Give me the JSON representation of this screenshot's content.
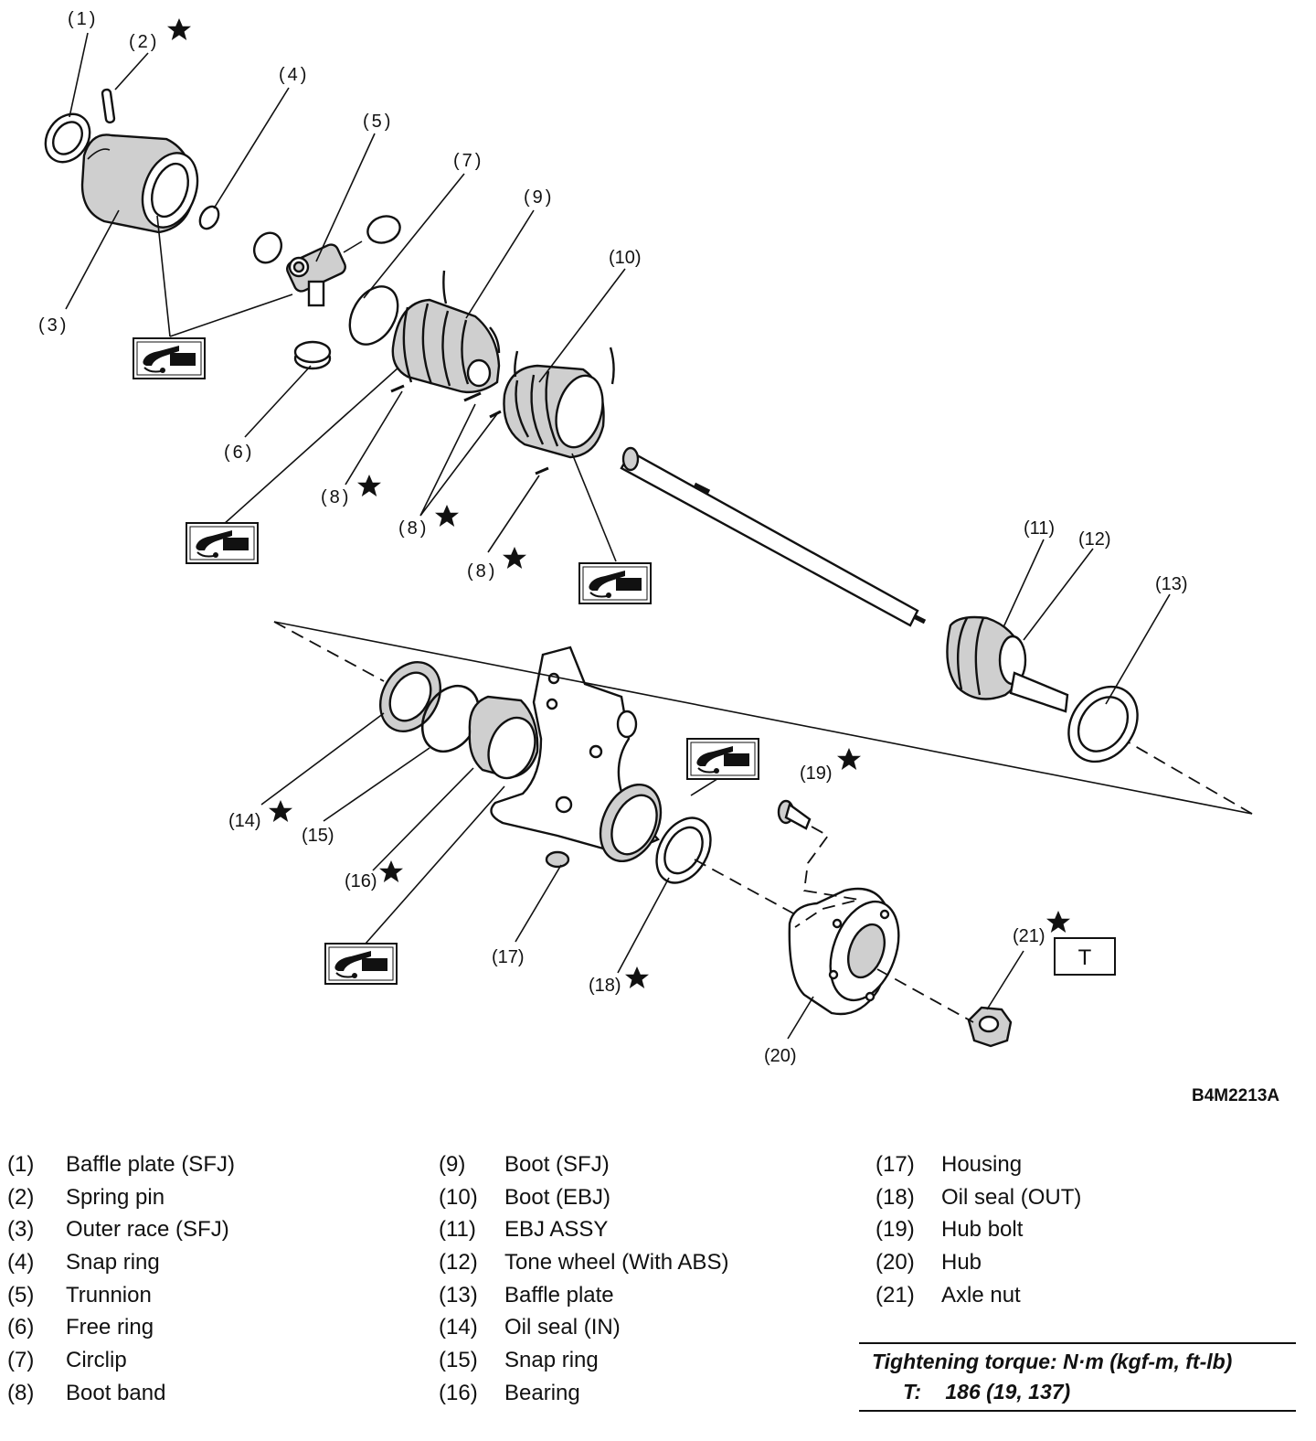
{
  "diagram": {
    "callouts": [
      "(1)",
      "(2)",
      "(3)",
      "(4)",
      "(5)",
      "(6)",
      "(7)",
      "(8)",
      "(9)",
      "(10)",
      "(11)",
      "(12)",
      "(13)",
      "(14)",
      "(15)",
      "(16)",
      "(17)",
      "(18)",
      "(19)",
      "(20)",
      "(21)"
    ],
    "star_symbol": "★",
    "torque_box_letter": "T",
    "grease_icon": "grease-application-icon",
    "figure_code": "B4M2213A"
  },
  "legend": {
    "col1": [
      {
        "num": "(1)",
        "name": "Baffle plate (SFJ)"
      },
      {
        "num": "(2)",
        "name": "Spring pin"
      },
      {
        "num": "(3)",
        "name": "Outer race (SFJ)"
      },
      {
        "num": "(4)",
        "name": "Snap ring"
      },
      {
        "num": "(5)",
        "name": "Trunnion"
      },
      {
        "num": "(6)",
        "name": "Free ring"
      },
      {
        "num": "(7)",
        "name": "Circlip"
      },
      {
        "num": "(8)",
        "name": "Boot band"
      }
    ],
    "col2": [
      {
        "num": "(9)",
        "name": "Boot (SFJ)"
      },
      {
        "num": "(10)",
        "name": "Boot (EBJ)"
      },
      {
        "num": "(11)",
        "name": "EBJ ASSY"
      },
      {
        "num": "(12)",
        "name": "Tone wheel (With ABS)"
      },
      {
        "num": "(13)",
        "name": "Baffle plate"
      },
      {
        "num": "(14)",
        "name": "Oil seal (IN)"
      },
      {
        "num": "(15)",
        "name": "Snap ring"
      },
      {
        "num": "(16)",
        "name": "Bearing"
      }
    ],
    "col3": [
      {
        "num": "(17)",
        "name": "Housing"
      },
      {
        "num": "(18)",
        "name": "Oil seal (OUT)"
      },
      {
        "num": "(19)",
        "name": "Hub bolt"
      },
      {
        "num": "(20)",
        "name": "Hub"
      },
      {
        "num": "(21)",
        "name": "Axle nut"
      }
    ]
  },
  "torque": {
    "heading": "Tightening torque: N·m (kgf-m, ft-lb)",
    "label": "T:",
    "value": "186 (19, 137)"
  }
}
